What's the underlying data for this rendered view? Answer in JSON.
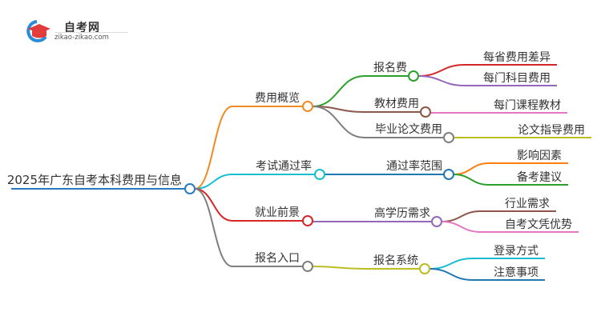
{
  "logo": {
    "title": "自考网",
    "url": "zikao-zikao.com"
  },
  "mindmap": {
    "root": {
      "label": "2025年广东自考本科费用与信息",
      "color": "#2a7ac0",
      "children": [
        {
          "label": "费用概览",
          "color": "#f08a24",
          "children": [
            {
              "label": "报名费",
              "color": "#2ca02c",
              "children": [
                {
                  "label": "每省费用差异",
                  "color": "#d62728"
                },
                {
                  "label": "每门科目费用",
                  "color": "#9467bd"
                }
              ]
            },
            {
              "label": "教材费用",
              "color": "#8c564b",
              "children": [
                {
                  "label": "每门课程教材",
                  "color": "#e377c2"
                }
              ]
            },
            {
              "label": "毕业论文费用",
              "color": "#7f7f7f",
              "children": [
                {
                  "label": "论文指导费用",
                  "color": "#bcbd22"
                }
              ]
            }
          ]
        },
        {
          "label": "考试通过率",
          "color": "#17becf",
          "children": [
            {
              "label": "通过率范围",
              "color": "#1f77b4",
              "children": [
                {
                  "label": "影响因素",
                  "color": "#ff7f0e"
                },
                {
                  "label": "备考建议",
                  "color": "#2ca02c"
                }
              ]
            }
          ]
        },
        {
          "label": "就业前景",
          "color": "#d62728",
          "children": [
            {
              "label": "高学历需求",
              "color": "#9467bd",
              "children": [
                {
                  "label": "行业需求",
                  "color": "#8c564b"
                },
                {
                  "label": "自考文凭优势",
                  "color": "#e377c2"
                }
              ]
            }
          ]
        },
        {
          "label": "报名入口",
          "color": "#7f7f7f",
          "children": [
            {
              "label": "报名系统",
              "color": "#bcbd22",
              "children": [
                {
                  "label": "登录方式",
                  "color": "#17becf"
                },
                {
                  "label": "注意事项",
                  "color": "#1f77b4"
                }
              ]
            }
          ]
        }
      ]
    }
  }
}
